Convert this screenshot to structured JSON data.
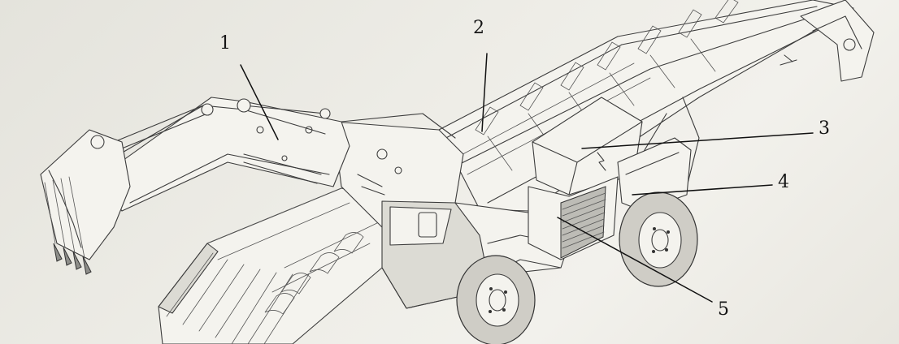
{
  "callouts": [
    {
      "id": "1",
      "label": "1"
    },
    {
      "id": "2",
      "label": "2"
    },
    {
      "id": "3",
      "label": "3"
    },
    {
      "id": "4",
      "label": "4"
    },
    {
      "id": "5",
      "label": "5"
    }
  ],
  "colors": {
    "paper": "#eeede7",
    "line": "#3c3c3c",
    "leader": "#111111"
  }
}
